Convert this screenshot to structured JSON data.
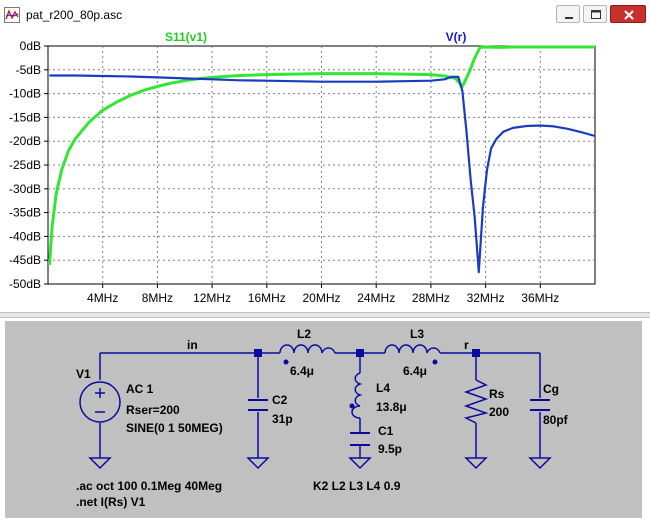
{
  "window": {
    "title": "pat_r200_80p.asc",
    "app_icon": "waveform-icon",
    "buttons": [
      "minimize-icon",
      "maximize-icon",
      "close-icon"
    ]
  },
  "colors": {
    "s11_trace": "#33e633",
    "vr_trace": "#1a3cc2",
    "vr_label": "#1a1acc",
    "s11_label": "#22cc22",
    "grid": "#808080",
    "schematic_bg": "#c0c0c0",
    "wire": "#0a0aa0",
    "component": "#0a0aa0",
    "junction": "#0a0aa0"
  },
  "chart_data": {
    "type": "line",
    "title": "",
    "xlabel": "",
    "ylabel": "",
    "xlim": [
      0,
      40
    ],
    "ylim": [
      -50,
      0
    ],
    "grid": true,
    "x_ticks": [
      4,
      8,
      12,
      16,
      20,
      24,
      28,
      32,
      36
    ],
    "x_tick_labels": [
      "4MHz",
      "8MHz",
      "12MHz",
      "16MHz",
      "20MHz",
      "24MHz",
      "28MHz",
      "32MHz",
      "36MHz"
    ],
    "y_ticks": [
      0,
      -5,
      -10,
      -15,
      -20,
      -25,
      -30,
      -35,
      -40,
      -45,
      -50
    ],
    "y_tick_labels": [
      "0dB",
      "-5dB",
      "-10dB",
      "-15dB",
      "-20dB",
      "-25dB",
      "-30dB",
      "-35dB",
      "-40dB",
      "-45dB",
      "-50dB"
    ],
    "series": [
      {
        "name": "S11(v1)",
        "x": [
          0.1,
          0.3,
          0.6,
          1,
          1.5,
          2,
          3,
          4,
          5,
          6,
          7,
          8,
          9,
          10,
          11,
          12,
          14,
          16,
          18,
          20,
          22,
          24,
          26,
          28,
          29,
          29.8,
          30.3,
          30.8,
          31.2,
          31.6,
          32,
          33,
          34,
          36,
          38,
          40
        ],
        "y": [
          -46,
          -38,
          -31,
          -26,
          -22,
          -19.5,
          -16,
          -13.5,
          -11.8,
          -10.4,
          -9.3,
          -8.5,
          -7.8,
          -7.3,
          -6.9,
          -6.6,
          -6.2,
          -6.0,
          -5.9,
          -5.8,
          -5.8,
          -5.8,
          -5.9,
          -6.0,
          -6.3,
          -6.8,
          -8.5,
          -5.5,
          -2.5,
          -0.3,
          -0.2,
          -0.3,
          -0.2,
          -0.2,
          -0.2,
          -0.2
        ]
      },
      {
        "name": "V(r)",
        "x": [
          0.1,
          2,
          4,
          6,
          8,
          10,
          12,
          14,
          16,
          18,
          20,
          22,
          24,
          26,
          28,
          29,
          29.5,
          30,
          30.3,
          30.6,
          30.9,
          31.2,
          31.5,
          31.8,
          32.1,
          32.4,
          32.8,
          33.3,
          34,
          35,
          36,
          37,
          38,
          39,
          40
        ],
        "y": [
          -6.2,
          -6.2,
          -6.3,
          -6.4,
          -6.6,
          -6.8,
          -7.0,
          -7.2,
          -7.3,
          -7.4,
          -7.5,
          -7.5,
          -7.5,
          -7.4,
          -7.3,
          -7.0,
          -6.5,
          -6.5,
          -9.5,
          -18,
          -28,
          -36,
          -47.5,
          -34,
          -26,
          -21.5,
          -19.5,
          -18,
          -17.2,
          -16.8,
          -16.7,
          -16.9,
          -17.4,
          -18.1,
          -18.9
        ]
      }
    ]
  },
  "schematic": {
    "net_labels": [
      "in",
      "r"
    ],
    "source": {
      "ref": "V1",
      "lines": [
        "AC 1",
        "Rser=200",
        "SINE(0 1 50MEG)"
      ]
    },
    "components": [
      {
        "ref": "L2",
        "value": "6.4μ"
      },
      {
        "ref": "L3",
        "value": "6.4μ"
      },
      {
        "ref": "L4",
        "value": "13.8μ"
      },
      {
        "ref": "C1",
        "value": "9.5p"
      },
      {
        "ref": "C2",
        "value": "31p"
      },
      {
        "ref": "Rs",
        "value": "200"
      },
      {
        "ref": "Cg",
        "value": "80pf"
      }
    ],
    "directives": [
      ".ac oct 100 0.1Meg 40Meg",
      ".net I(Rs) V1",
      "K2 L2 L3 L4 0.9"
    ]
  }
}
